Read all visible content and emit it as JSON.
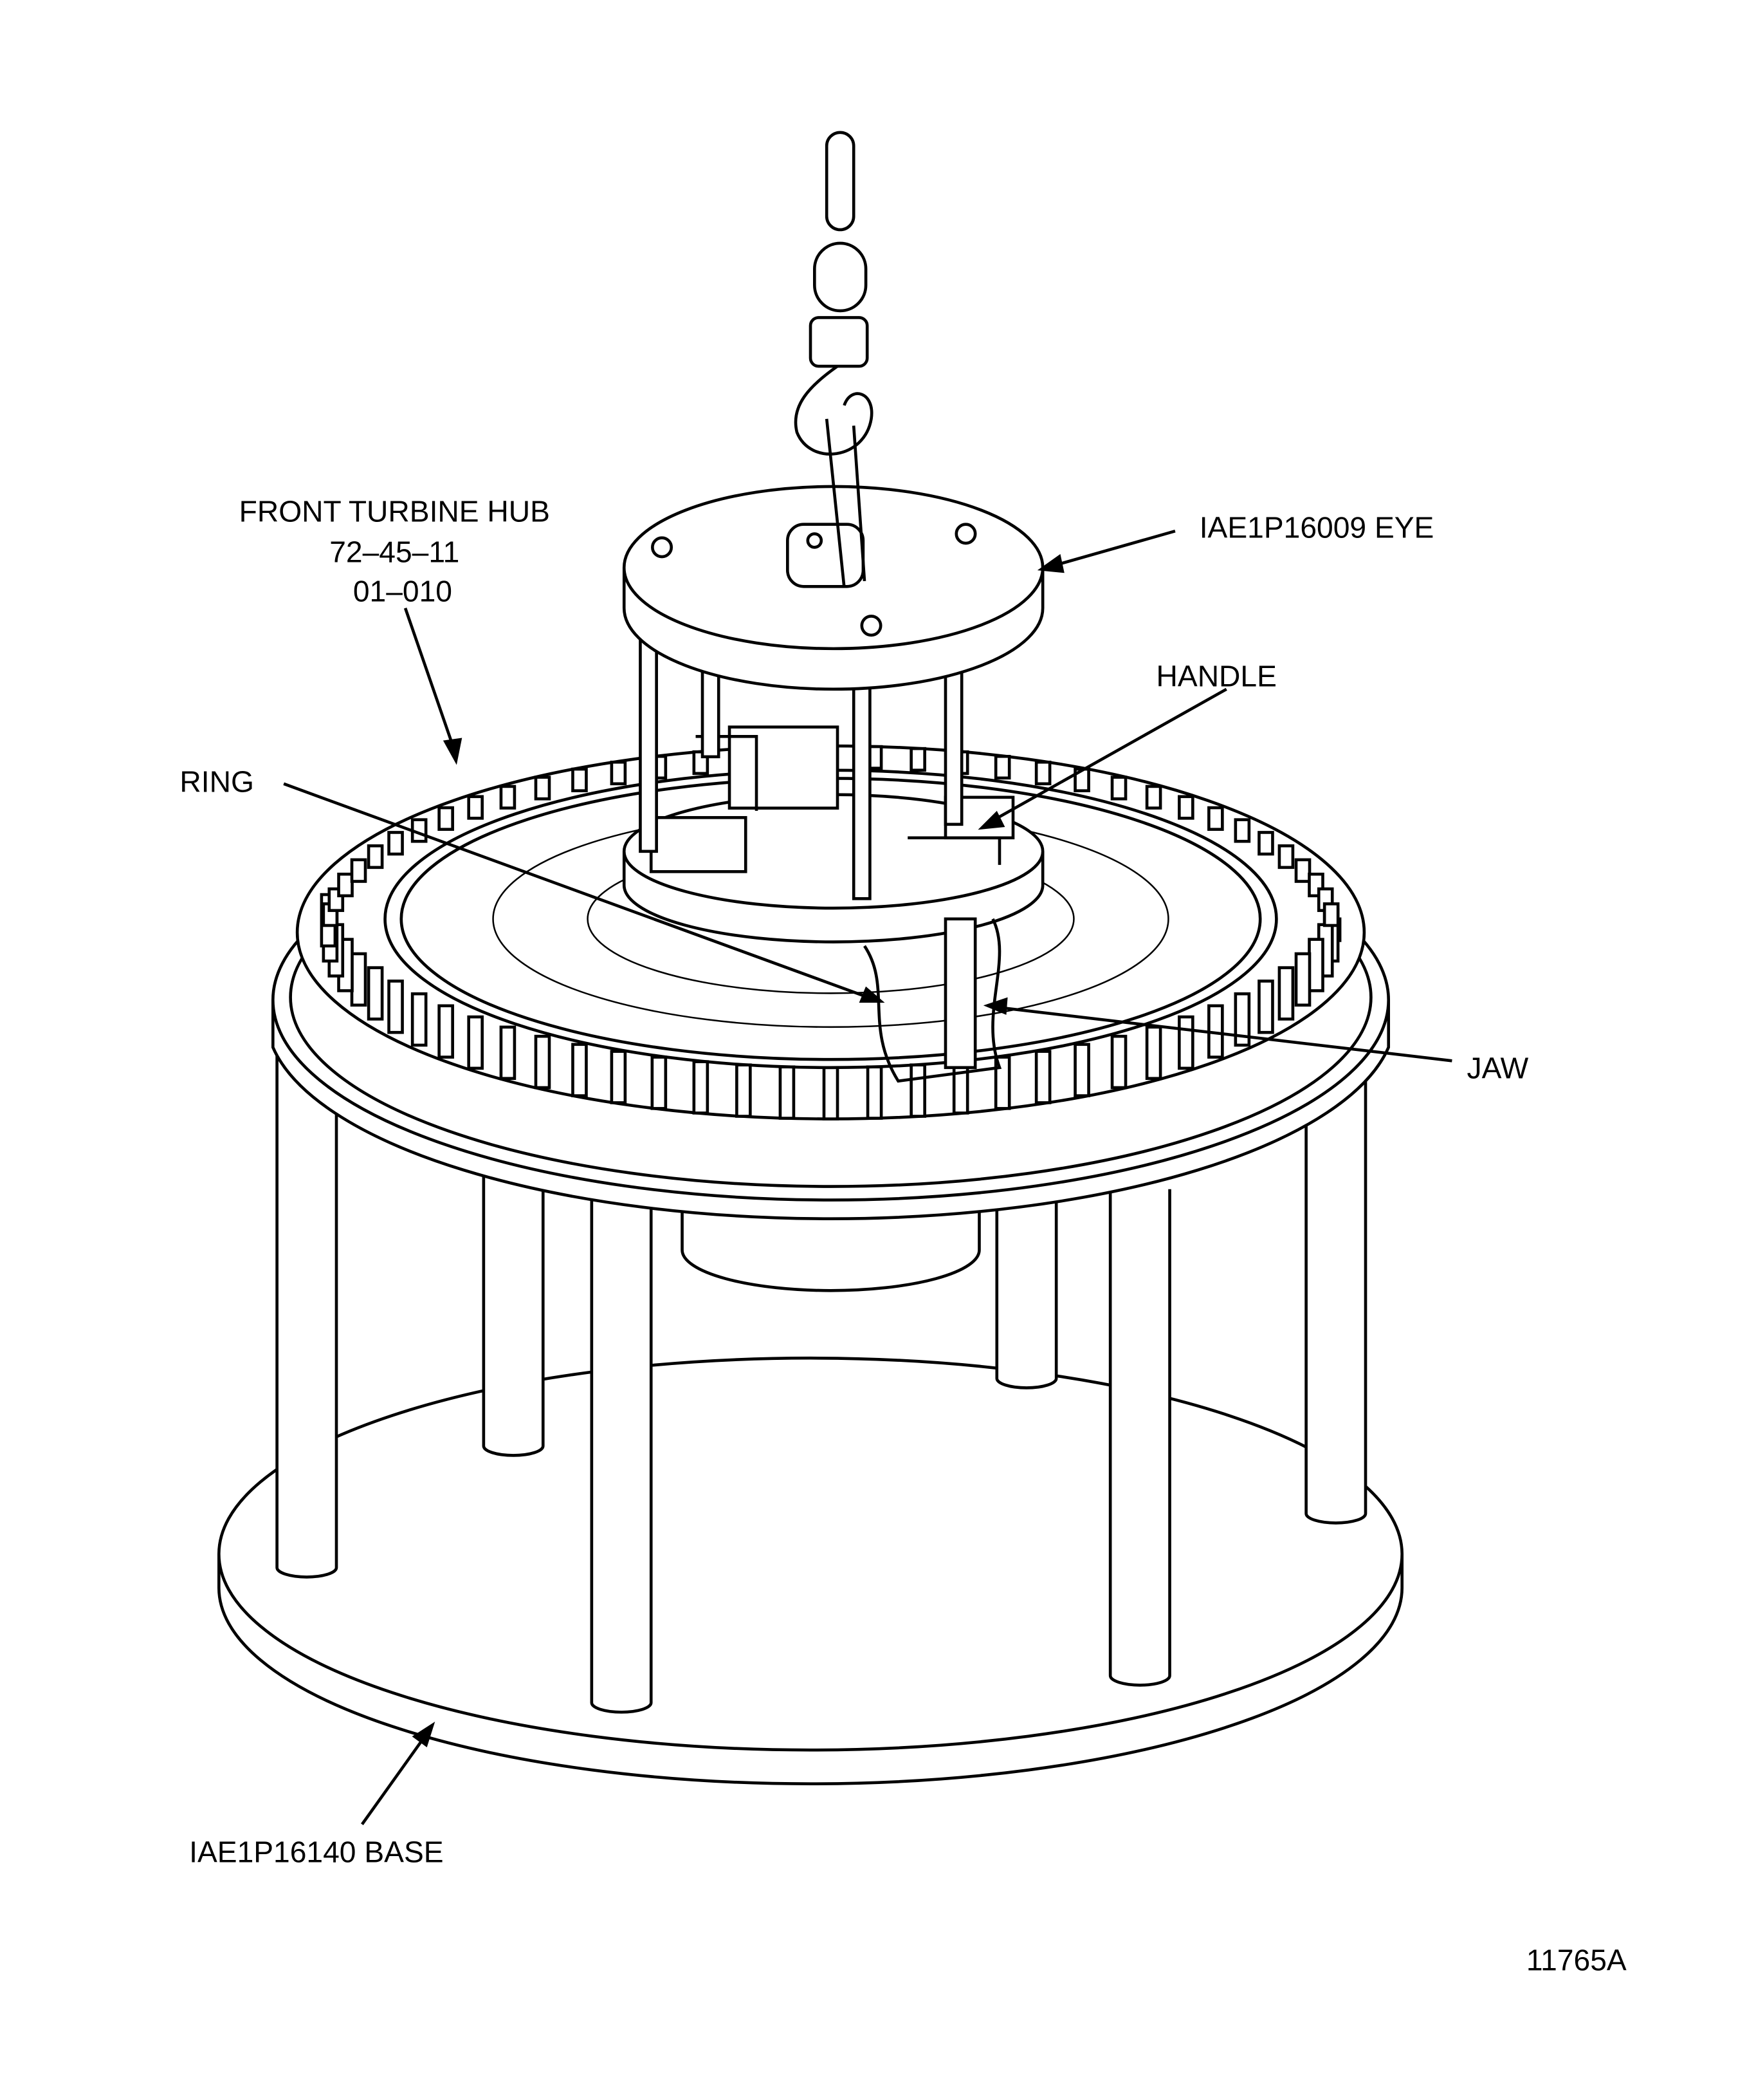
{
  "labels": {
    "hub_line1": "FRONT TURBINE HUB",
    "hub_line2": "72–45–11",
    "hub_line3": "01–010",
    "eye": "IAE1P16009 EYE",
    "handle": "HANDLE",
    "ring": "RING",
    "jaw": "JAW",
    "base": "IAE1P16140 BASE",
    "figure_number": "11765A"
  },
  "colors": {
    "ink": "#000000",
    "paper": "#ffffff"
  }
}
